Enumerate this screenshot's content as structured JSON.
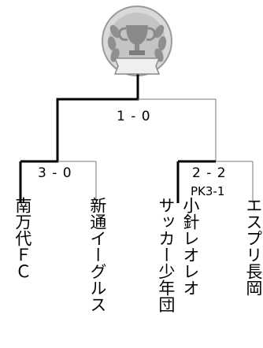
{
  "colors": {
    "winner_line": "#000000",
    "loser_line": "#7a7a7a",
    "trophy_fill": "#b5b5b5",
    "trophy_dark": "#7d7d7d"
  },
  "icons": {
    "trophy": "trophy-laurel-icon"
  },
  "final": {
    "score": "1 - 0"
  },
  "semifinal_left": {
    "score": "3 - 0"
  },
  "semifinal_right": {
    "score": "2 - 2",
    "penalty": "PK3-1"
  },
  "teams": [
    {
      "name": "南万代ＦＣ"
    },
    {
      "name": "新通イーグルス"
    },
    {
      "name": "サッカー少年団"
    },
    {
      "name": "小針レオレオ"
    },
    {
      "name": "エスプリ長岡"
    }
  ]
}
